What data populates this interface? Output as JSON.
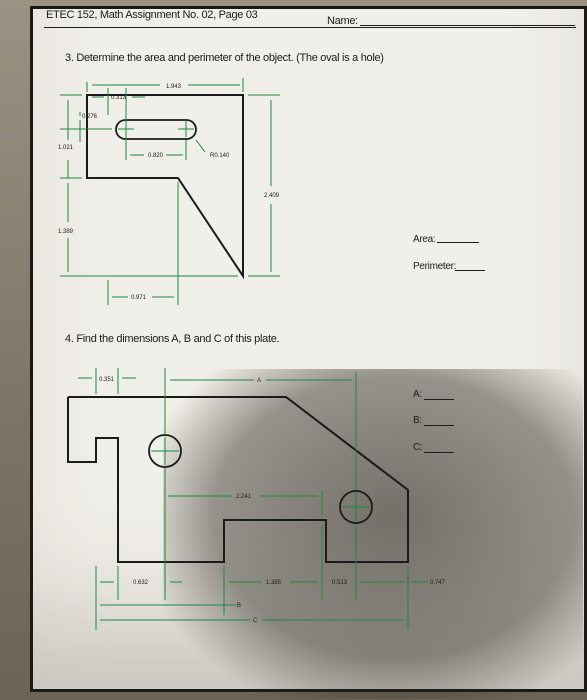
{
  "header": {
    "title": "ETEC 152, Math Assignment No. 02, Page 03",
    "name_label": "Name:"
  },
  "problem3": {
    "question": "3. Determine the area and perimeter of the object. (The oval is a hole)",
    "dims": {
      "top_width": "1.943",
      "top_left": "0.313",
      "slot_offset": "0.276",
      "left_upper": "1.021",
      "left_lower": "1.389",
      "slot_length": "0.820",
      "radius": "R0.140",
      "right_height": "2.409",
      "bottom_width": "0.971"
    },
    "area_label": "Area:",
    "perimeter_label": "Perimeter:"
  },
  "problem4": {
    "question": "4. Find the dimensions A, B and C of this plate.",
    "dims": {
      "top_left": "0.351",
      "a": "A",
      "mid": "2.241",
      "bottom_left": "0.632",
      "bottom_mid": "1.385",
      "bottom_right": "0.513",
      "far_right": "0.747",
      "b": "B",
      "c": "C"
    },
    "a_label": "A:",
    "b_label": "B:",
    "c_label": "C:"
  }
}
